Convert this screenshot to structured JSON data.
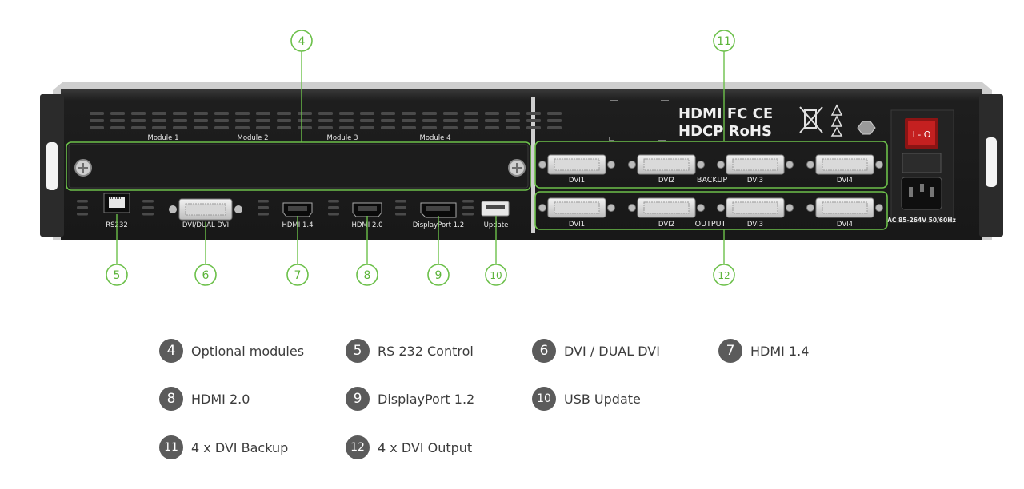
{
  "device": {
    "modules": [
      "Module 1",
      "Module 2",
      "Module 3",
      "Module 4"
    ],
    "port_labels": [
      "RS232",
      "DVI/DUAL DVI",
      "HDMI 1.4",
      "HDMI 2.0",
      "DisplayPort 1.2",
      "Update"
    ],
    "backup": {
      "title": "BACKUP",
      "ports": [
        "DVI1",
        "DVI2",
        "DVI3",
        "DVI4"
      ]
    },
    "output": {
      "title": "OUTPUT",
      "ports": [
        "DVI1",
        "DVI2",
        "DVI3",
        "DVI4"
      ]
    },
    "logo_top": "HDMI FC CE",
    "logo_bottom": "HDCP RoHS",
    "power_label": "AC 85-264V 50/60Hz",
    "switch_symbol": "I - O"
  },
  "callouts": [
    "4",
    "11",
    "5",
    "6",
    "7",
    "8",
    "9",
    "10",
    "12"
  ],
  "legend": [
    {
      "num": "4",
      "label": "Optional modules"
    },
    {
      "num": "5",
      "label": "RS 232 Control"
    },
    {
      "num": "6",
      "label": "DVI / DUAL DVI"
    },
    {
      "num": "7",
      "label": "HDMI 1.4"
    },
    {
      "num": "8",
      "label": "HDMI 2.0"
    },
    {
      "num": "9",
      "label": "DisplayPort 1.2"
    },
    {
      "num": "10",
      "label": "USB Update"
    },
    {
      "num": "11",
      "label": "4 x DVI Backup"
    },
    {
      "num": "12",
      "label": "4 x DVI Output"
    }
  ],
  "colors": {
    "accent": "#6cc04a",
    "chassis": "#1f1f1f",
    "panel": "#262626",
    "badge": "#5b5b5b"
  }
}
